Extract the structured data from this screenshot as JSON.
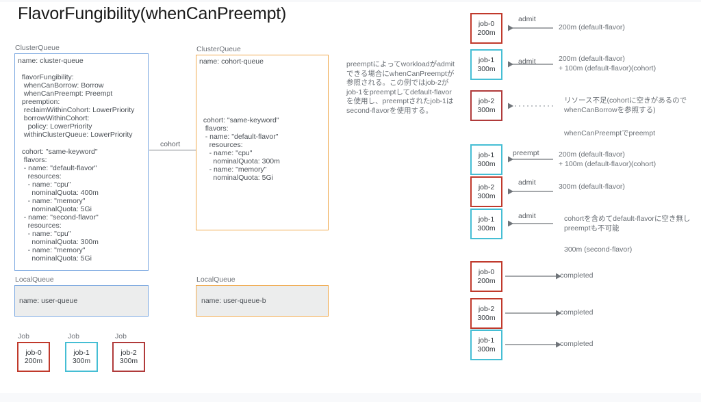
{
  "page": {
    "title": "FlavorFungibility(whenCanPreempt)"
  },
  "left_cluster_queue": {
    "caption": "ClusterQueue",
    "yaml": "name: cluster-queue\n\n  flavorFungibility:\n   whenCanBorrow: Borrow\n   whenCanPreempt: Preempt\n  preemption:\n   reclaimWithinCohort: LowerPriority\n   borrowWithinCohort:\n     policy: LowerPriority\n   withinClusterQueue: LowerPriority\n\n  cohort: \"same-keyword\"\n   flavors:\n   - name: \"default-flavor\"\n     resources:\n     - name: \"cpu\"\n       nominalQuota: 400m\n     - name: \"memory\"\n       nominalQuota: 5Gi\n   - name: \"second-flavor\"\n     resources:\n     - name: \"cpu\"\n       nominalQuota: 300m\n     - name: \"memory\"\n       nominalQuota: 5Gi"
  },
  "right_cluster_queue": {
    "caption": "ClusterQueue",
    "yaml_head": "name: cohort-queue",
    "yaml_body": "  cohort: \"same-keyword\"\n   flavors:\n   - name: \"default-flavor\"\n     resources:\n     - name: \"cpu\"\n       nominalQuota: 300m\n     - name: \"memory\"\n       nominalQuota: 5Gi"
  },
  "cohort_link": {
    "label": "cohort"
  },
  "left_local_queue": {
    "caption": "LocalQueue",
    "yaml": "name: user-queue"
  },
  "right_local_queue": {
    "caption": "LocalQueue",
    "yaml": "name: user-queue-b"
  },
  "jobs_palette": [
    {
      "caption": "Job",
      "name": "job-0",
      "amount": "200m",
      "color": "red"
    },
    {
      "caption": "Job",
      "name": "job-1",
      "amount": "300m",
      "color": "cyan"
    },
    {
      "caption": "Job",
      "name": "job-2",
      "amount": "300m",
      "color": "crim"
    }
  ],
  "explanation": {
    "text": "preemptによってworkloadがadmitできる場合にwhenCanPreemptが参照される。この例ではjob-2がjob-1をpreemptしてdefault-flavorを使用し、preemptされたjob-1はsecond-flavorを使用する。"
  },
  "timeline": {
    "rows": [
      {
        "job": "job-0",
        "amount": "200m",
        "color": "red",
        "arrow_label": "admit",
        "note": "200m (default-flavor)"
      },
      {
        "job": "job-1",
        "amount": "300m",
        "color": "cyan",
        "arrow_label": "admit",
        "note": "200m (default-flavor)\n+ 100m (default-flavor)(cohort)"
      },
      {
        "job": "job-2",
        "amount": "300m",
        "color": "crim",
        "arrow_label": "",
        "note": "リソース不足(cohortに空きがあるので\nwhenCanBorrowを参照する)"
      },
      {
        "job": "job-1",
        "amount": "300m",
        "color": "cyan",
        "arrow_label": "preempt",
        "note": "200m (default-flavor)\n+ 100m (default-flavor)(cohort)"
      },
      {
        "job": "job-2",
        "amount": "300m",
        "color": "red",
        "arrow_label": "admit",
        "note": "300m (default-flavor)"
      },
      {
        "job": "job-1",
        "amount": "300m",
        "color": "cyan",
        "arrow_label": "admit",
        "note": "cohortを含めてdefault-flavorに空き無し\npreemptも不可能"
      },
      {
        "job": "job-0",
        "amount": "200m",
        "color": "red",
        "arrow_label": "",
        "note": "completed"
      },
      {
        "job": "job-2",
        "amount": "300m",
        "color": "red",
        "arrow_label": "",
        "note": "completed"
      },
      {
        "job": "job-1",
        "amount": "300m",
        "color": "cyan",
        "arrow_label": "",
        "note": "completed"
      }
    ],
    "standalone_notes": [
      {
        "text": "whenCanPreemptでpreempt"
      },
      {
        "text": "300m (second-flavor)"
      }
    ]
  },
  "colors": {
    "blue_border": "#7aa7e0",
    "orange_border": "#f0a94c",
    "job_red": "#c0392b",
    "job_crimson": "#b03a3a",
    "job_cyan": "#45bed4",
    "text_muted": "#6b7076",
    "arrow": "#6f7479"
  }
}
